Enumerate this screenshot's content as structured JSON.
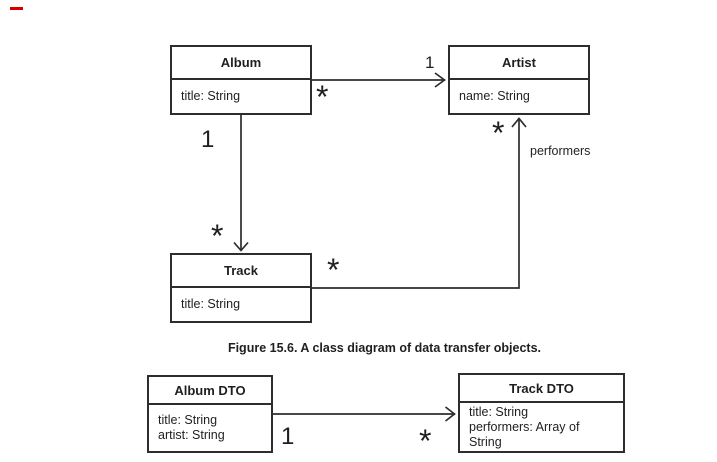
{
  "caption": "Figure 15.6. A class diagram of data transfer objects.",
  "classes": {
    "album": {
      "name": "Album",
      "attributes": [
        "title: String"
      ]
    },
    "artist": {
      "name": "Artist",
      "attributes": [
        "name: String"
      ]
    },
    "track": {
      "name": "Track",
      "attributes": [
        "title: String"
      ]
    },
    "album_dto": {
      "name": "Album DTO",
      "attributes": [
        "title: String",
        "artist: String"
      ]
    },
    "track_dto": {
      "name": "Track DTO",
      "attributes": [
        "title: String",
        "performers: Array of String"
      ]
    }
  },
  "associations": {
    "album_to_artist": {
      "source": "Album",
      "target": "Artist",
      "source_multiplicity": "*",
      "target_multiplicity": "1"
    },
    "album_to_track": {
      "source": "Album",
      "target": "Track",
      "source_multiplicity": "1",
      "target_multiplicity": "*"
    },
    "track_to_artist": {
      "source": "Track",
      "target": "Artist",
      "source_multiplicity": "*",
      "target_multiplicity": "*",
      "role_label": "performers"
    },
    "album_dto_to_track_dto": {
      "source": "Album DTO",
      "target": "Track DTO",
      "source_multiplicity": "1",
      "target_multiplicity": "*"
    }
  },
  "colors": {
    "line": "#2d2d2d",
    "text": "#1f1f1f",
    "background": "#ffffff",
    "corner_mark": "#d40000"
  }
}
